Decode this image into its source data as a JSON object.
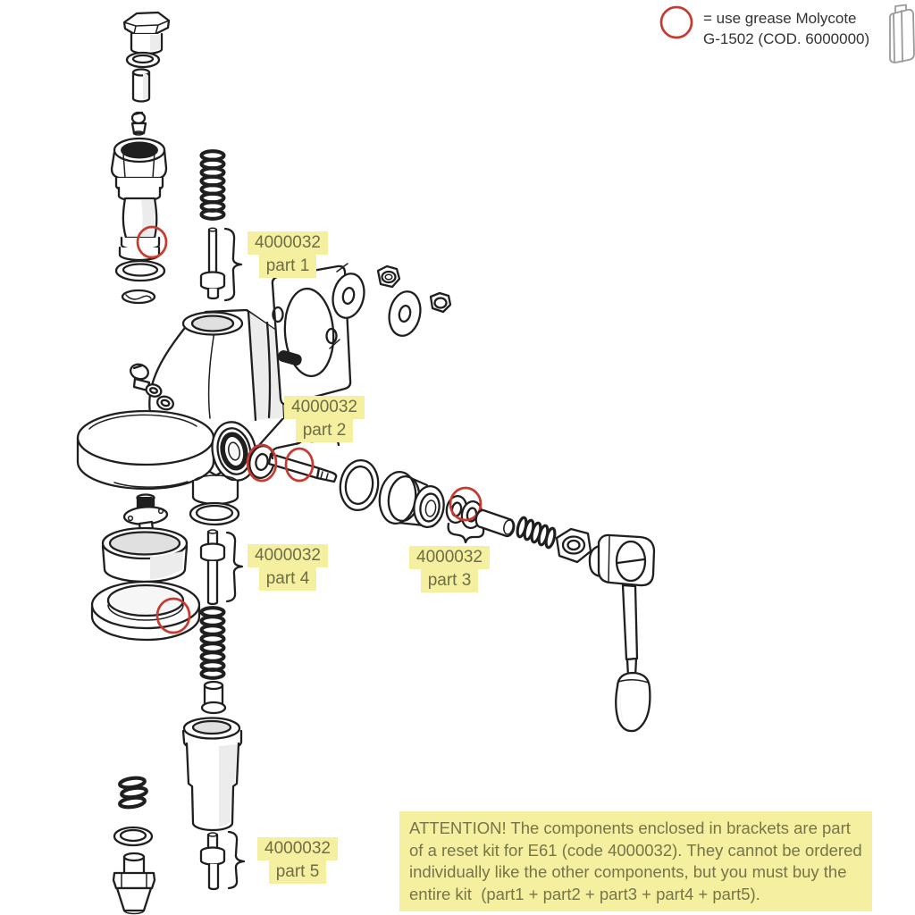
{
  "legend": {
    "line1": "= use grease Molycote",
    "line2": "G-1502 (COD. 6000000)",
    "marker_shape": "red-circle",
    "icon": "grease-tube-icon"
  },
  "part_labels": [
    {
      "code": "4000032",
      "name": "part 1"
    },
    {
      "code": "4000032",
      "name": "part 2"
    },
    {
      "code": "4000032",
      "name": "part 3"
    },
    {
      "code": "4000032",
      "name": "part 4"
    },
    {
      "code": "4000032",
      "name": "part 5"
    }
  ],
  "attention": {
    "lines": [
      "ATTENTION! The components enclosed in brackets are part",
      "of a reset kit for E61 (code 4000032). They cannot be ordered",
      "individually like the other components, but you must buy the",
      "entire kit  (part1 + part2 + part3 + part4 + part5)."
    ]
  },
  "colors": {
    "highlight": "#f5f09f",
    "label_text": "#6d6d49",
    "attention_text": "#75754a",
    "diagram_line": "#1f1f1f",
    "grease_marker": "#c8392f",
    "background": "#ffffff"
  }
}
